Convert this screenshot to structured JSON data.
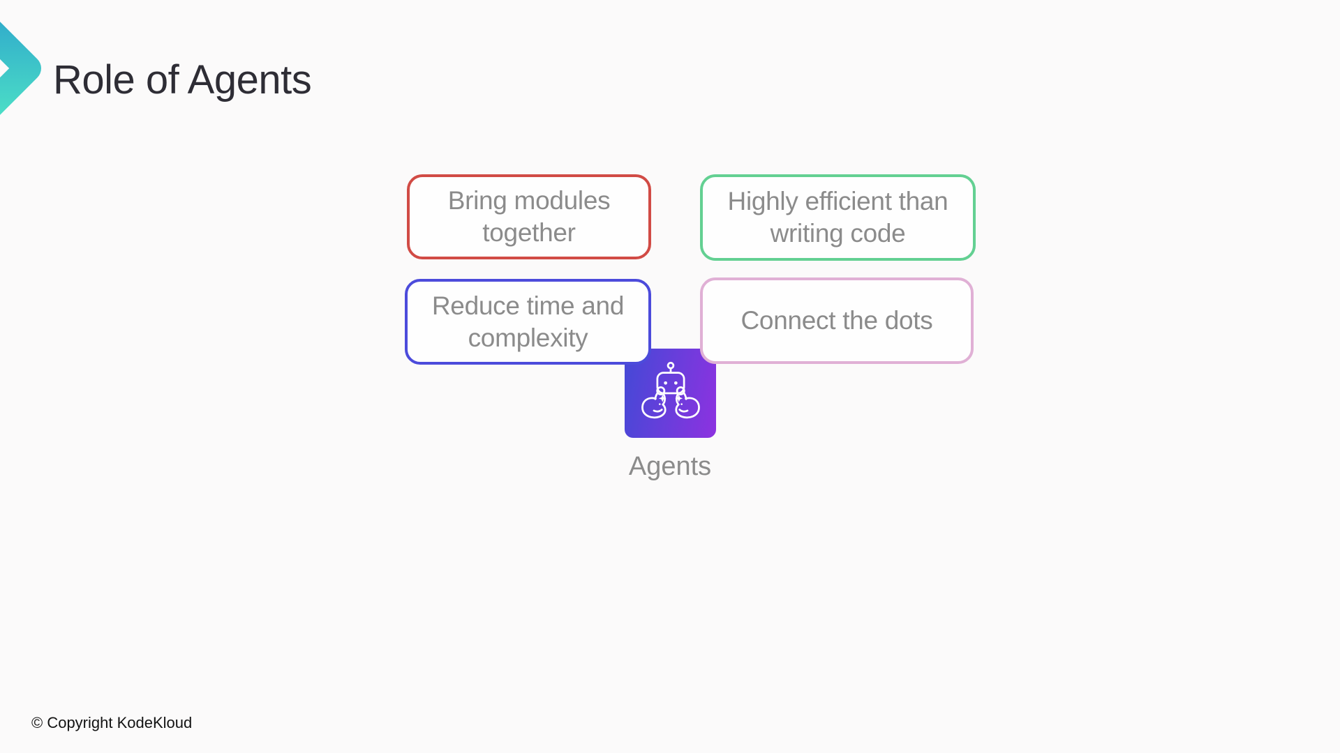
{
  "slide": {
    "title": "Role of Agents",
    "background_color": "#fbfafa",
    "title_color": "#2e2d35",
    "body_text_color": "#8b8b8b"
  },
  "logo": {
    "name": "kodekloud-chevron-logo",
    "gradient_top": "#2ea7cb",
    "gradient_bottom": "#4fe4c6"
  },
  "boxes": [
    {
      "label": "Bring modules\ntogether",
      "border_color": "#d14b45"
    },
    {
      "label": "Highly efficient than\nwriting code",
      "border_color": "#63d092"
    },
    {
      "label": "Reduce time and\ncomplexity",
      "border_color": "#4c4bdb"
    },
    {
      "label": "Connect the dots",
      "border_color": "#e0b0d5"
    }
  ],
  "agent": {
    "label": "Agents",
    "icon": "robot-flex-icon",
    "tile_gradient_left": "#4449d6",
    "tile_gradient_right": "#8d32e0",
    "icon_color": "#ffffff"
  },
  "footer": {
    "copyright": "© Copyright KodeKloud"
  }
}
